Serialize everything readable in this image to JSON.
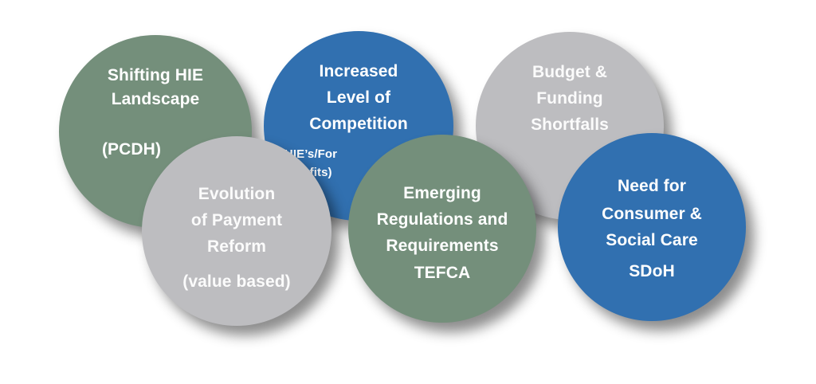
{
  "diagram": {
    "type": "overlapping-circles",
    "colors": {
      "green": "#748f7b",
      "blue": "#3170b0",
      "grey": "#bdbdc0",
      "text": "#ffffff",
      "background": "#ffffff"
    },
    "circles": [
      {
        "id": "shifting-hie-landscape",
        "color": "green",
        "lines": [
          "Shifting HIE",
          "Landscape",
          "(PCDH)"
        ]
      },
      {
        "id": "increased-level-of-competition",
        "color": "blue",
        "lines": [
          "Increased",
          "Level of",
          "Competition",
          "HIE’s/For",
          "Profits)"
        ]
      },
      {
        "id": "budget-funding-shortfalls",
        "color": "grey",
        "lines": [
          "Budget &",
          "Funding",
          "Shortfalls"
        ]
      },
      {
        "id": "evolution-of-payment-reform",
        "color": "grey",
        "lines": [
          "Evolution",
          "of Payment",
          "Reform",
          "(value based)"
        ]
      },
      {
        "id": "emerging-regulations-and-requirements",
        "color": "green",
        "lines": [
          "Emerging",
          "Regulations and",
          "Requirements",
          "TEFCA"
        ]
      },
      {
        "id": "need-for-consumer-social-care",
        "color": "blue",
        "lines": [
          "Need for",
          "Consumer &",
          "Social Care",
          "SDoH"
        ]
      }
    ]
  }
}
